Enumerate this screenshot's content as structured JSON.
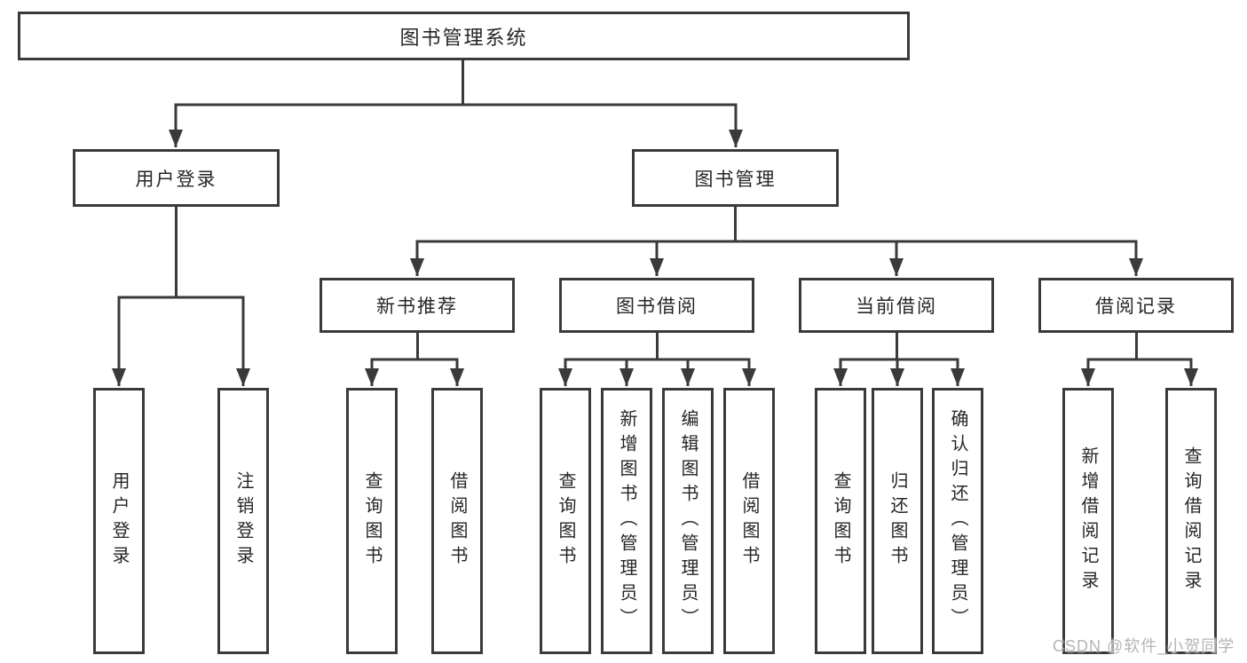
{
  "tree": {
    "label": "图书管理系统",
    "children": [
      {
        "label": "用户登录",
        "children": [
          {
            "label": "用户登录"
          },
          {
            "label": "注销登录"
          }
        ]
      },
      {
        "label": "图书管理",
        "children": [
          {
            "label": "新书推荐",
            "children": [
              {
                "label": "查询图书"
              },
              {
                "label": "借阅图书"
              }
            ]
          },
          {
            "label": "图书借阅",
            "children": [
              {
                "label": "查询图书"
              },
              {
                "label": "新增图书（管理员）"
              },
              {
                "label": "编辑图书（管理员）"
              },
              {
                "label": "借阅图书"
              }
            ]
          },
          {
            "label": "当前借阅",
            "children": [
              {
                "label": "查询图书"
              },
              {
                "label": "归还图书"
              },
              {
                "label": "确认归还（管理员）"
              }
            ]
          },
          {
            "label": "借阅记录",
            "children": [
              {
                "label": "新增借阅记录"
              },
              {
                "label": "查询借阅记录"
              }
            ]
          }
        ]
      }
    ]
  },
  "watermark": "CSDN @软件_小贺同学",
  "colors": {
    "line": "#3a3a3a",
    "text": "#262626",
    "watermark": "#b5b5b5",
    "background": "#ffffff"
  }
}
